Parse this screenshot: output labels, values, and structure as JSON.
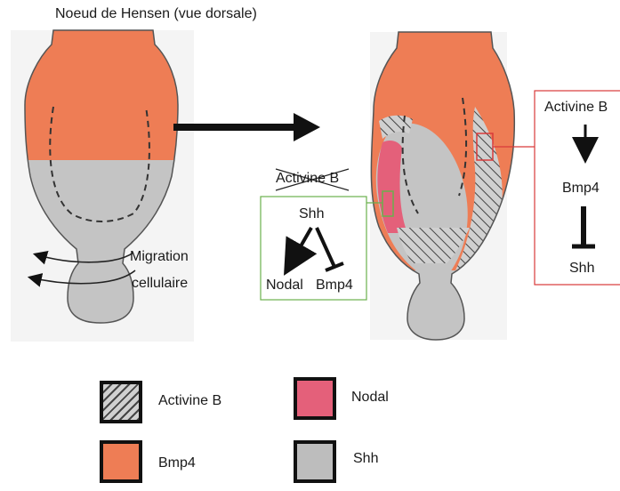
{
  "title": "Noeud de Hensen (vue dorsale)",
  "migration": {
    "line1": "Migration",
    "line2": "cellulaire"
  },
  "left_inset": {
    "crossed_label": "Activine B",
    "top": "Shh",
    "bottom_left": "Nodal",
    "bottom_right": "Bmp4",
    "border_color": "#6ab04c"
  },
  "right_inset": {
    "top": "Activine B",
    "middle": "Bmp4",
    "bottom": "Shh",
    "border_color": "#d93a3a"
  },
  "legend": [
    {
      "label": "Activine B",
      "pattern": "hatched"
    },
    {
      "label": "Nodal",
      "color": "#e4607a"
    },
    {
      "label": "Bmp4",
      "color": "#ee7d55"
    },
    {
      "label": "Shh",
      "color": "#bdbdbd"
    }
  ],
  "colors": {
    "bmp4": "#ee7d55",
    "shh": "#c4c4c4",
    "nodal": "#e4607a",
    "paper": "#f4f4f4"
  }
}
